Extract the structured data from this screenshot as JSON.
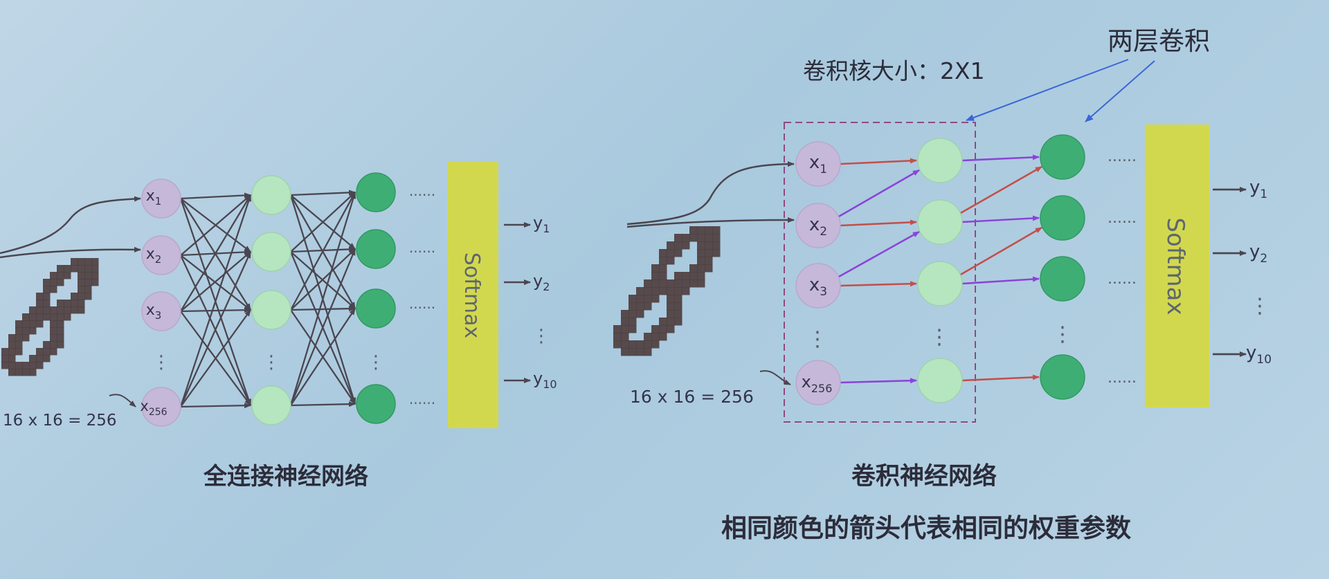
{
  "left": {
    "inputs": [
      {
        "base": "x",
        "sub": "1"
      },
      {
        "base": "x",
        "sub": "2"
      },
      {
        "base": "x",
        "sub": "3"
      },
      {
        "base": "x",
        "sub": "256"
      }
    ],
    "equation": "16 x 16 = 256",
    "softmax": "Softmax",
    "outputs": [
      {
        "base": "y",
        "sub": "1"
      },
      {
        "base": "y",
        "sub": "2"
      },
      {
        "base": "y",
        "sub": "10"
      }
    ],
    "dots_h": "......",
    "dots_v": "⋮",
    "caption": "全连接神经网络"
  },
  "right": {
    "inputs": [
      {
        "base": "x",
        "sub": "1"
      },
      {
        "base": "x",
        "sub": "2"
      },
      {
        "base": "x",
        "sub": "3"
      },
      {
        "base": "x",
        "sub": "256"
      }
    ],
    "equation": "16 x 16 = 256",
    "kernel_label": "卷积核大小：2X1",
    "two_layer_label": "两层卷积",
    "softmax": "Softmax",
    "outputs": [
      {
        "base": "y",
        "sub": "1"
      },
      {
        "base": "y",
        "sub": "2"
      },
      {
        "base": "y",
        "sub": "10"
      }
    ],
    "dots_h": "......",
    "dots_v": "⋮",
    "caption": "卷积神经网络",
    "subcaption": "相同颜色的箭头代表相同的权重参数"
  },
  "colors": {
    "input_node": "#c6b8d8",
    "hidden1_node": "#b6e6c0",
    "hidden2_node": "#3fae74",
    "softmax": "#d2d84e",
    "arrow_dark": "#4a4650",
    "arrow_red": "#c2504a",
    "arrow_purple": "#8a44d8",
    "arrow_blue": "#3a66d6",
    "digit": "#4a3838"
  }
}
